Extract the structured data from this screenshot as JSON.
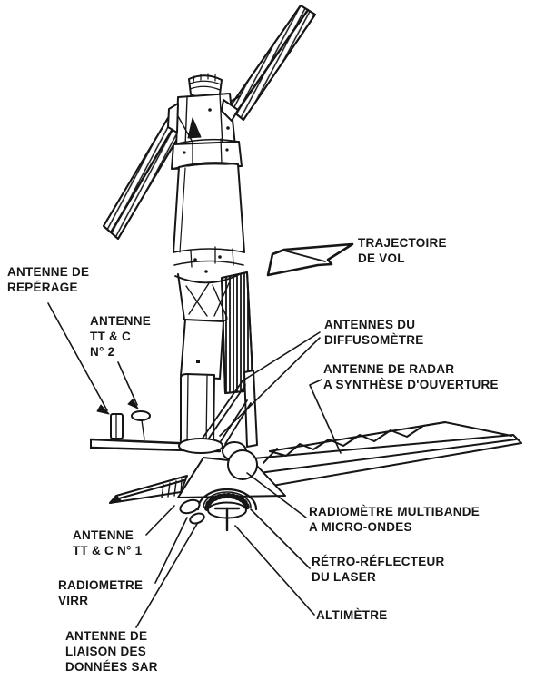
{
  "figure": {
    "kind": "labeled satellite line drawing (Seasat-style spacecraft, French labels)",
    "colors": {
      "ink": "#161616",
      "background": "#ffffff"
    },
    "icons": {
      "flight_direction": "left-pointing-outline-arrow"
    }
  },
  "labels": {
    "reperage": "ANTENNE DE\nREPÉRAGE",
    "ttc2": "ANTENNE\nTT & C\nN° 2",
    "trajectoire": "TRAJECTOIRE\nDE VOL",
    "diffusometre": "ANTENNES DU\nDIFFUSOMÈTRE",
    "radar_sar": "ANTENNE DE RADAR\nA SYNTHÈSE D'OUVERTURE",
    "multibande": "RADIOMÈTRE MULTIBANDE\nA MICRO-ONDES",
    "retro_laser": "RÉTRO-RÉFLECTEUR\nDU LASER",
    "altimetre": "ALTIMÈTRE",
    "ttc1": "ANTENNE\nTT & C N° 1",
    "virr": "RADIOMETRE\nVIRR",
    "liaison_sar": "ANTENNE DE\nLIAISON DES\nDONNÉES SAR"
  }
}
